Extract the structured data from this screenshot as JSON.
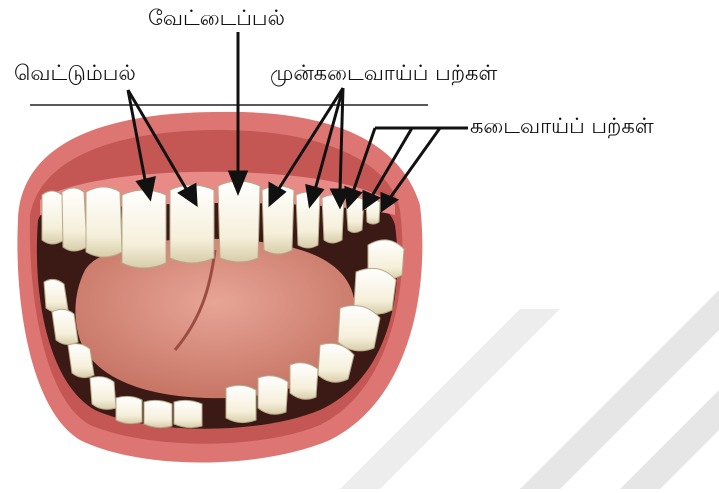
{
  "labels": {
    "canine": "வேட்டைப்பல்",
    "incisor": "வெட்டும்பல்",
    "premolar": "முன்கடைவாய்ப் பற்கள்",
    "molar": "கடைவாய்ப் பற்கள்"
  },
  "colors": {
    "lip": "#e07a7a",
    "lip_dark": "#b8504e",
    "mouth_dark": "#3b1a16",
    "tongue": "#d48a7a",
    "tooth": "#fbf7e8",
    "tooth_shade": "#d9ceb0",
    "watermark": "#e4e4e4"
  }
}
